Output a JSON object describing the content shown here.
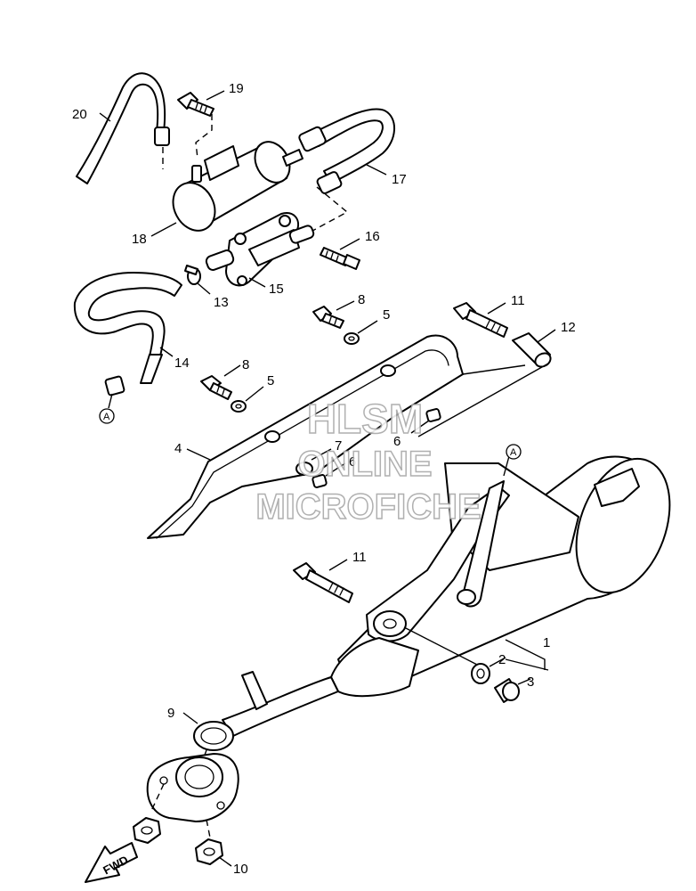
{
  "watermark": {
    "line1": "HLSM",
    "line2": "ONLINE",
    "line3": "MICROFICHE"
  },
  "direction_label": "FWD",
  "reference_mark": "A",
  "callouts": [
    {
      "id": "20",
      "label": "20"
    },
    {
      "id": "19",
      "label": "19"
    },
    {
      "id": "17",
      "label": "17"
    },
    {
      "id": "18",
      "label": "18"
    },
    {
      "id": "16",
      "label": "16"
    },
    {
      "id": "13",
      "label": "13"
    },
    {
      "id": "15",
      "label": "15"
    },
    {
      "id": "14",
      "label": "14"
    },
    {
      "id": "8a",
      "label": "8"
    },
    {
      "id": "5a",
      "label": "5"
    },
    {
      "id": "11a",
      "label": "11"
    },
    {
      "id": "12",
      "label": "12"
    },
    {
      "id": "8b",
      "label": "8"
    },
    {
      "id": "5b",
      "label": "5"
    },
    {
      "id": "4",
      "label": "4"
    },
    {
      "id": "7",
      "label": "7"
    },
    {
      "id": "6a",
      "label": "6"
    },
    {
      "id": "6b",
      "label": "6"
    },
    {
      "id": "11b",
      "label": "11"
    },
    {
      "id": "1",
      "label": "1"
    },
    {
      "id": "2",
      "label": "2"
    },
    {
      "id": "3",
      "label": "3"
    },
    {
      "id": "9",
      "label": "9"
    },
    {
      "id": "10",
      "label": "10"
    }
  ]
}
